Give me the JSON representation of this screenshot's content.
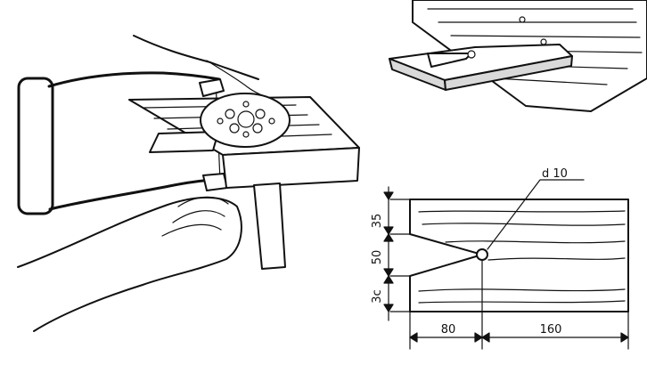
{
  "drawing": {
    "dimensions": {
      "hole_label": "d 10",
      "top_height": "35",
      "middle_height": "50",
      "bottom_height": "3c",
      "left_length": "80",
      "right_length": "160"
    }
  }
}
